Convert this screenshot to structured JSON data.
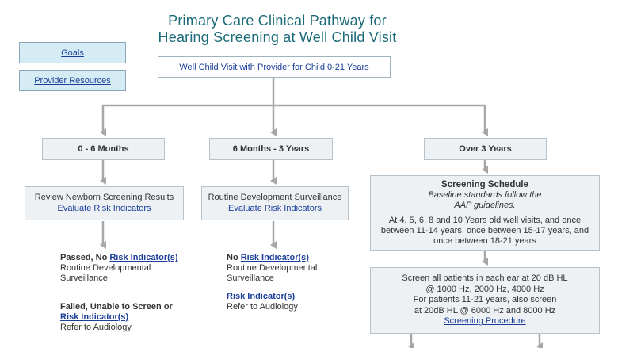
{
  "title": {
    "line1": "Primary Care Clinical Pathway for",
    "line2": "Hearing Screening at Well Child Visit"
  },
  "side_buttons": {
    "goals": "Goals",
    "provider_resources": "Provider Resources"
  },
  "root": {
    "label": "Well Child Visit with Provider for Child 0-21 Years"
  },
  "branches": {
    "b1": {
      "label": "0 - 6 Months",
      "step": "Review Newborn Screening Results",
      "step_link": "Evaluate Risk Indicators",
      "outcome1_bold": "Passed, No ",
      "outcome1_link": "Risk Indicator(s)",
      "outcome1_text": "Routine Developmental Surveillance",
      "outcome2_bold": "Failed, Unable to Screen or ",
      "outcome2_link": "Risk Indicator(s)",
      "outcome2_text": "Refer to Audiology"
    },
    "b2": {
      "label": "6 Months - 3 Years",
      "step": "Routine Development Surveillance",
      "step_link": "Evaluate Risk Indicators",
      "outcome1_bold": "No ",
      "outcome1_link": "Risk Indicator(s)",
      "outcome1_text": "Routine Developmental Surveillance",
      "outcome2_link": "Risk Indicator(s)",
      "outcome2_text": "Refer to Audiology"
    },
    "b3": {
      "label": "Over 3 Years",
      "schedule_title": "Screening Schedule",
      "schedule_subtitle": "Baseline standards follow the AAP guidelines.",
      "schedule_body": "At 4, 5, 6, 8 and 10 Years old well visits, and once between 11-14 years, once between 15-17 years, and once between 18-21 years",
      "screen_line1": "Screen all patients in each ear at 20 dB HL",
      "screen_line2": "@ 1000 Hz, 2000 Hz, 4000 Hz",
      "screen_line3": "For patients 11-21 years, also screen",
      "screen_line4": "at 20dB HL @ 6000 Hz and 8000 Hz",
      "screen_link": "Screening Procedure"
    }
  }
}
